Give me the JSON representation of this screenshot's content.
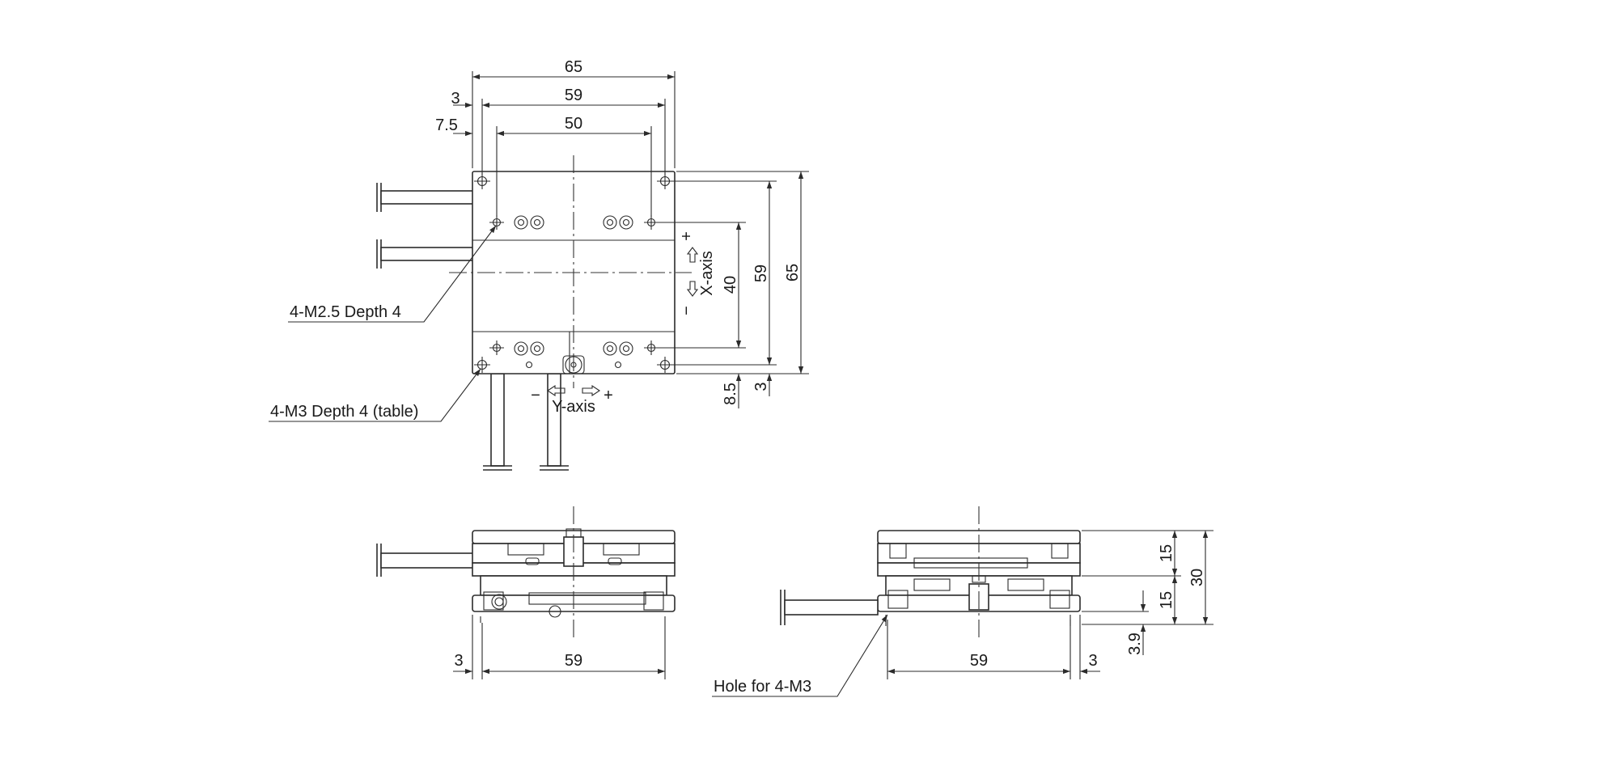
{
  "top_view": {
    "dims": {
      "width_overall": "65",
      "edge_offset_3": "3",
      "hole_pitch_59": "59",
      "edge_offset_7_5": "7.5",
      "hole_pitch_50": "50",
      "vert_pitch_40": "40",
      "vert_pitch_59": "59",
      "height_overall": "65",
      "bottom_offset_8_5": "8.5",
      "bottom_offset_3": "3"
    },
    "axis_x": {
      "label": "X-axis",
      "plus": "+",
      "minus": "−"
    },
    "axis_y": {
      "label": "Y-axis",
      "plus": "+",
      "minus": "−"
    },
    "callouts": {
      "m25": "4-M2.5 Depth 4",
      "m3": "4-M3 Depth 4 (table)"
    }
  },
  "front_view": {
    "dims": {
      "offset_3": "3",
      "pitch_59": "59"
    }
  },
  "side_view": {
    "dims": {
      "pitch_59": "59",
      "offset_3": "3",
      "upper_15": "15",
      "lower_15": "15",
      "total_30": "30",
      "base_3_9": "3.9"
    },
    "callout": "Hole for 4-M3"
  },
  "colors": {
    "line": "#2b2b2b",
    "background": "#ffffff"
  }
}
